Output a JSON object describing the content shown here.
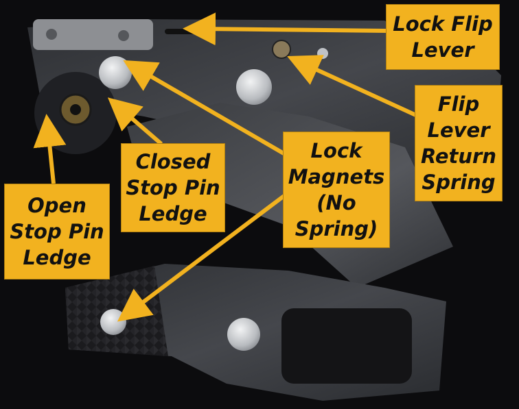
{
  "image": {
    "subject": "knife-handle-scales",
    "colors": {
      "background": "#0c0c0e",
      "label_fill": "#f2b21f",
      "arrow": "#f2b21f",
      "steel": "#3b3d42",
      "carbon_fiber": "#1d1d20",
      "magnet": "#c9ccd0"
    }
  },
  "labels": {
    "lock_flip_lever": {
      "lines": [
        "Lock Flip",
        "Lever"
      ]
    },
    "flip_lever_return_spring": {
      "lines": [
        "Flip",
        "Lever",
        "Return",
        "Spring"
      ]
    },
    "lock_magnets": {
      "lines": [
        "Lock",
        "Magnets",
        "(No",
        "Spring)"
      ]
    },
    "closed_stop_pin_ledge": {
      "lines": [
        "Closed",
        "Stop Pin",
        "Ledge"
      ]
    },
    "open_stop_pin_ledge": {
      "lines": [
        "Open",
        "Stop Pin",
        "Ledge"
      ]
    }
  }
}
